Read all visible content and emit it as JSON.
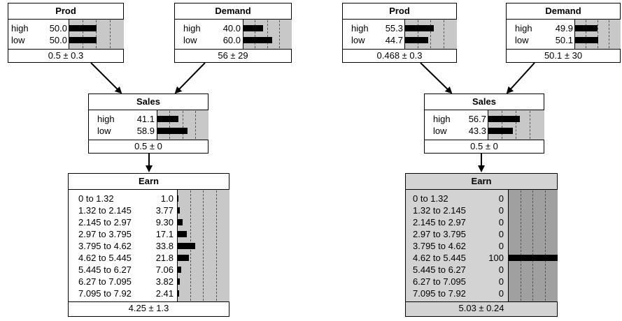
{
  "networks": [
    {
      "prod": {
        "title": "Prod",
        "states": [
          {
            "label": "high",
            "value": "50.0",
            "p": 50.0
          },
          {
            "label": "low",
            "value": "50.0",
            "p": 50.0
          }
        ],
        "footer": "0.5 ± 0.3"
      },
      "demand": {
        "title": "Demand",
        "states": [
          {
            "label": "high",
            "value": "40.0",
            "p": 40.0
          },
          {
            "label": "low",
            "value": "60.0",
            "p": 60.0
          }
        ],
        "footer": "56 ± 29"
      },
      "sales": {
        "title": "Sales",
        "states": [
          {
            "label": "high",
            "value": "41.1",
            "p": 41.1
          },
          {
            "label": "low",
            "value": "58.9",
            "p": 58.9
          }
        ],
        "footer": "0.5 ± 0"
      },
      "earn": {
        "title": "Earn",
        "states": [
          {
            "label": "0 to 1.32",
            "value": "1.0",
            "p": 1.0
          },
          {
            "label": "1.32 to 2.145",
            "value": "3.77",
            "p": 3.77
          },
          {
            "label": "2.145 to 2.97",
            "value": "9.30",
            "p": 9.3
          },
          {
            "label": "2.97 to 3.795",
            "value": "17.1",
            "p": 17.1
          },
          {
            "label": "3.795 to 4.62",
            "value": "33.8",
            "p": 33.8
          },
          {
            "label": "4.62 to 5.445",
            "value": "21.8",
            "p": 21.8
          },
          {
            "label": "5.445 to 6.27",
            "value": "7.06",
            "p": 7.06
          },
          {
            "label": "6.27 to 7.095",
            "value": "3.82",
            "p": 3.82
          },
          {
            "label": "7.095 to 7.92",
            "value": "2.41",
            "p": 2.41
          }
        ],
        "footer": "4.25 ± 1.3",
        "finding": false
      }
    },
    {
      "prod": {
        "title": "Prod",
        "states": [
          {
            "label": "high",
            "value": "55.3",
            "p": 55.3
          },
          {
            "label": "low",
            "value": "44.7",
            "p": 44.7
          }
        ],
        "footer": "0.468 ± 0.3"
      },
      "demand": {
        "title": "Demand",
        "states": [
          {
            "label": "high",
            "value": "49.9",
            "p": 49.9
          },
          {
            "label": "low",
            "value": "50.1",
            "p": 50.1
          }
        ],
        "footer": "50.1 ± 30"
      },
      "sales": {
        "title": "Sales",
        "states": [
          {
            "label": "high",
            "value": "56.7",
            "p": 56.7
          },
          {
            "label": "low",
            "value": "43.3",
            "p": 43.3
          }
        ],
        "footer": "0.5 ± 0"
      },
      "earn": {
        "title": "Earn",
        "states": [
          {
            "label": "0 to 1.32",
            "value": "0",
            "p": 0
          },
          {
            "label": "1.32 to 2.145",
            "value": "0",
            "p": 0
          },
          {
            "label": "2.145 to 2.97",
            "value": "0",
            "p": 0
          },
          {
            "label": "2.97 to 3.795",
            "value": "0",
            "p": 0
          },
          {
            "label": "3.795 to 4.62",
            "value": "0",
            "p": 0
          },
          {
            "label": "4.62 to 5.445",
            "value": "100",
            "p": 100
          },
          {
            "label": "5.445 to 6.27",
            "value": "0",
            "p": 0
          },
          {
            "label": "6.27 to 7.095",
            "value": "0",
            "p": 0
          },
          {
            "label": "7.095 to 7.92",
            "value": "0",
            "p": 0
          }
        ],
        "footer": "5.03 ± 0.24",
        "finding": true
      }
    }
  ],
  "colors": {
    "bar": "#000000",
    "bar_area": "#c8c8c8",
    "finding_bar_area": "#a0a0a0",
    "finding_node": "#d3d3d3"
  }
}
